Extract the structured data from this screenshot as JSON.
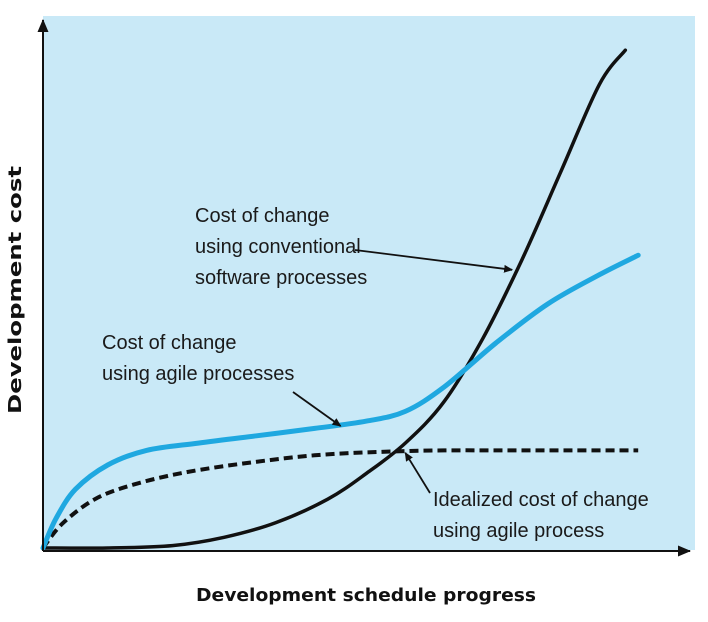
{
  "chart_data": {
    "type": "line",
    "title": "",
    "xlabel": "Development schedule progress",
    "ylabel": "Development cost",
    "xlim": [
      0,
      1
    ],
    "ylim": [
      0,
      1
    ],
    "axis_scale": "relative (no numeric ticks shown)",
    "grid": false,
    "legend": "none (series labelled by annotations with arrows)",
    "background_color": "#c9e9f7",
    "series": [
      {
        "key": "conventional",
        "name": "Cost of change using conventional software processes",
        "color": "#111111",
        "style": "solid",
        "x": [
          0.0,
          0.1,
          0.2,
          0.28,
          0.36,
          0.44,
          0.5,
          0.56,
          0.62,
          0.68,
          0.74,
          0.8,
          0.86,
          0.9
        ],
        "y": [
          0.0,
          0.0,
          0.005,
          0.022,
          0.052,
          0.1,
          0.153,
          0.215,
          0.3,
          0.43,
          0.59,
          0.77,
          0.95,
          1.02
        ]
      },
      {
        "key": "agile",
        "name": "Cost of change using agile processes",
        "color": "#1fa8e0",
        "style": "solid",
        "x": [
          0.0,
          0.02,
          0.05,
          0.1,
          0.16,
          0.24,
          0.33,
          0.42,
          0.5,
          0.56,
          0.62,
          0.7,
          0.78,
          0.86,
          0.92
        ],
        "y": [
          0.0,
          0.06,
          0.12,
          0.17,
          0.2,
          0.215,
          0.23,
          0.245,
          0.26,
          0.28,
          0.33,
          0.42,
          0.5,
          0.56,
          0.6
        ]
      },
      {
        "key": "idealized",
        "name": "Idealized cost of change using agile process",
        "color": "#111111",
        "style": "dashed",
        "x": [
          0.0,
          0.03,
          0.08,
          0.14,
          0.22,
          0.32,
          0.42,
          0.52,
          0.62,
          0.72,
          0.82,
          0.92
        ],
        "y": [
          0.0,
          0.05,
          0.1,
          0.13,
          0.155,
          0.175,
          0.19,
          0.197,
          0.2,
          0.2,
          0.2,
          0.2
        ]
      }
    ],
    "annotations": [
      {
        "series": "conventional",
        "lines": [
          "Cost of change",
          "using conventional",
          "software processes"
        ],
        "arrow_to": [
          0.725,
          0.57
        ]
      },
      {
        "series": "agile",
        "lines": [
          "Cost of change",
          "using agile processes"
        ],
        "arrow_to": [
          0.46,
          0.25
        ]
      },
      {
        "series": "idealized",
        "lines": [
          "Idealized cost of change",
          "using agile process"
        ],
        "arrow_to": [
          0.56,
          0.195
        ]
      }
    ]
  }
}
